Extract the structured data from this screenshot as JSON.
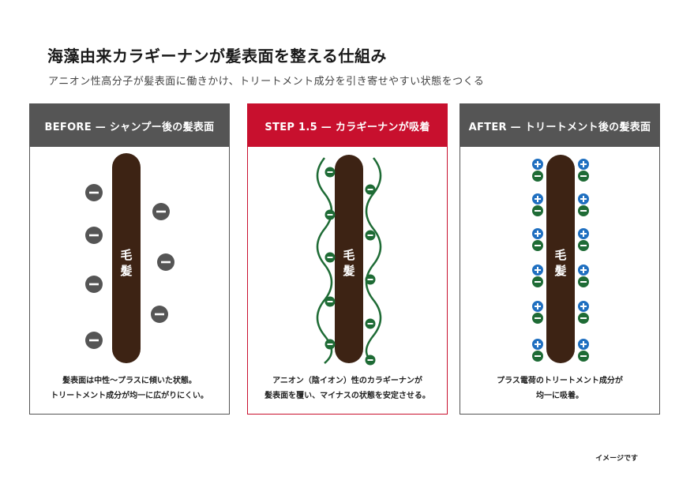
{
  "title": "海藻由来カラギーナンが髪表面を整える仕組み",
  "subtitle": "アニオン性高分子が髪表面に働きかけ、トリートメント成分を引き寄せやすい状態をつくる",
  "hair_label_line1": "毛",
  "hair_label_line2": "髪",
  "panels": [
    {
      "header": "BEFORE — シャンプー後の髪表面",
      "caption_line1": "髪表面は中性〜プラスに傾いた状態。",
      "caption_line2": "トリートメント成分が均一に広がりにくい。"
    },
    {
      "header": "STEP 1.5 — カラギーナンが吸着",
      "caption_line1": "アニオン（陰イオン）性のカラギーナンが",
      "caption_line2": "髪表面を覆い、マイナスの状態を安定させる。"
    },
    {
      "header": "AFTER — トリートメント後の髪表面",
      "caption_line1": "プラス電荷のトリートメント成分が",
      "caption_line2": "均一に吸着。"
    }
  ],
  "note": "イメージです",
  "colors": {
    "hair": "#3d2314",
    "header_gray": "#555555",
    "header_red": "#c8102e",
    "minus_gray": "#555555",
    "minus_green": "#1e6b35",
    "plus_blue": "#1f6fc0",
    "wave_green": "#1e6b35"
  }
}
